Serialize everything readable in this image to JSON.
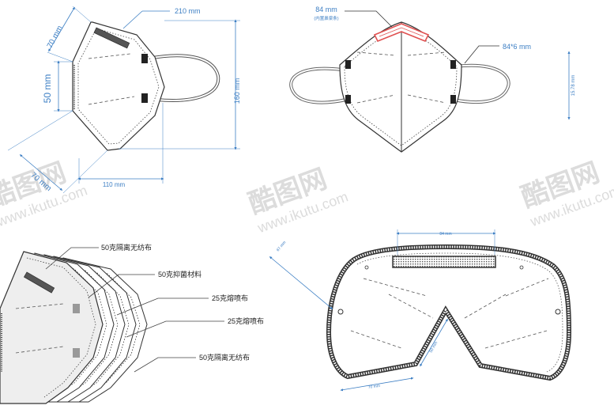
{
  "colors": {
    "dimension": "#3d7fc4",
    "outline": "#333333",
    "nose_clip_highlight": "#e05050",
    "watermark": "#d9d9d9"
  },
  "side_view": {
    "dim_width": "210 mm",
    "dim_height": "160 mm",
    "dim_left_top": "70 mm",
    "dim_left_mid": "50 mm",
    "dim_left_bottom": "70 mm",
    "dim_bottom": "110 mm"
  },
  "front_view": {
    "dim_nose_clip": "84 mm",
    "dim_nose_clip_note": "(内置鼻梁条)",
    "dim_ear_strap": "84*6 mm",
    "dim_strap_height": "15.78 mm"
  },
  "layers_view": {
    "layer_labels": [
      "50克隔离无纺布",
      "50克抑菌材料",
      "25克熔喷布",
      "25克熔喷布",
      "50克隔离无纺布"
    ]
  },
  "flat_pattern": {
    "dim_top": "84 mm",
    "dim_side": "67 mm",
    "dim_bottom_left": "70 mm",
    "dim_notch": "50 mm"
  },
  "watermark": {
    "brand": "酷图网",
    "url": "www.ikutu.com"
  }
}
